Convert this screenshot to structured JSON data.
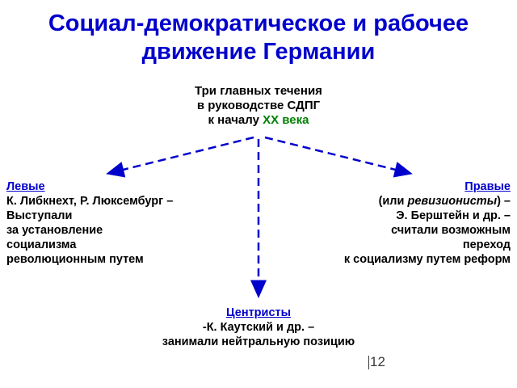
{
  "slide": {
    "title": {
      "line1": "Социал-демократическое и рабочее",
      "line2": "движение Германии"
    },
    "intro": {
      "line1": "Три главных течения",
      "line2": "в руководстве СДПГ",
      "line3_prefix": "к началу ",
      "line3_highlight": "XX века"
    },
    "left_branch": {
      "heading": "Левые",
      "line2_bold": "К. Либкнехт, Р. Люксембург",
      "line2_suffix": " –",
      "line3": "Выступали",
      "line4": "за установление",
      "line5": "социализма",
      "line6": "революционным путем"
    },
    "right_branch": {
      "heading": "Правые",
      "line2_prefix": "(или ",
      "line2_italic": "ревизионисты",
      "line2_suffix": ") –",
      "line3_bold": "Э. Берштейн",
      "line3_suffix": " и др. –",
      "line4": "считали возможным",
      "line5": "переход",
      "line6": "к социализму путем реформ"
    },
    "center_branch": {
      "heading": "Центристы",
      "line2_prefix": "-",
      "line2_bold": "К. Каутский",
      "line2_suffix": " и др. –",
      "line3": "занимали нейтральную позицию"
    },
    "page_number": "12",
    "colors": {
      "title_blue": "#0000cc",
      "heading_blue": "#0000cc",
      "accent_green": "#008000",
      "arrow_blue": "#0000cc"
    }
  }
}
